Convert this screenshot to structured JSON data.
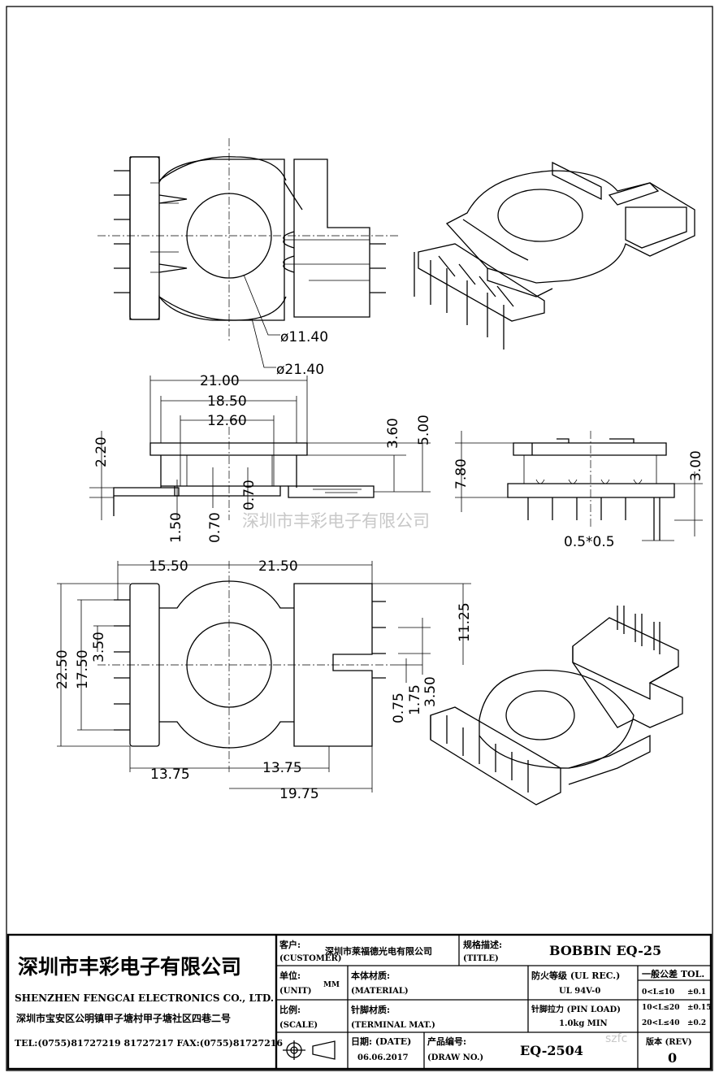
{
  "views": {
    "top_view": {
      "dims": [
        "ø11.40",
        "ø21.40"
      ]
    },
    "front_view": {
      "dims": [
        "21.00",
        "18.50",
        "12.60",
        "3.60",
        "5.00",
        "2.20",
        "1.50",
        "0.70",
        "0.70"
      ]
    },
    "side_view": {
      "dims": [
        "7.80",
        "3.00",
        "0.5*0.5"
      ]
    },
    "bottom_view": {
      "dims": [
        "15.50",
        "21.50",
        "22.50",
        "17.50",
        "3.50",
        "11.25",
        "0.75",
        "1.75",
        "3.50",
        "13.75",
        "13.75",
        "19.75"
      ]
    }
  },
  "watermark": "深圳市丰彩电子有限公司",
  "title_block": {
    "company_cn": "深圳市丰彩电子有限公司",
    "company_en": "SHENZHEN FENGCAI ELECTRONICS CO., LTD.",
    "address": "深圳市宝安区公明镇甲子塘村甲子塘社区四巷二号",
    "contact": "TEL:(0755)81727219  81727217   FAX:(0755)81727216",
    "customer_label": "客户:",
    "customer_label_en": "(CUSTOMER)",
    "customer_value": "深圳市莱福德光电有限公司",
    "title_label": "规格描述:",
    "title_label_en": "(TITLE)",
    "title_value": "BOBBIN EQ-25",
    "unit_label": "单位:",
    "unit_label_en": "(UNIT)",
    "unit_value": "MM",
    "material_label": "本体材质:",
    "material_label_en": "(MATERIAL)",
    "fire_label": "防火等级 (UL REC.)",
    "fire_value": "UL 94V-0",
    "tol_label": "一般公差 TOL.",
    "tol_rows": [
      {
        "range": "0<L≤10",
        "value": "±0.1"
      },
      {
        "range": "10<L≤20",
        "value": "±0.15"
      },
      {
        "range": "20<L≤40",
        "value": "±0.2"
      }
    ],
    "scale_label": "比例:",
    "scale_label_en": "(SCALE)",
    "terminal_label": "针脚材质:",
    "terminal_label_en": "(TERMINAL MAT.)",
    "pin_load_label": "针脚拉力 (PIN LOAD)",
    "pin_load_value": "1.0kg MIN",
    "date_label": "日期: (DATE)",
    "date_value": "06.06.2017",
    "drawno_label": "产品编号:",
    "drawno_label_en": "(DRAW NO.)",
    "drawno_value": "EQ-2504",
    "rev_label": "版本 (REV)",
    "rev_value": "0",
    "website": "szfc"
  }
}
